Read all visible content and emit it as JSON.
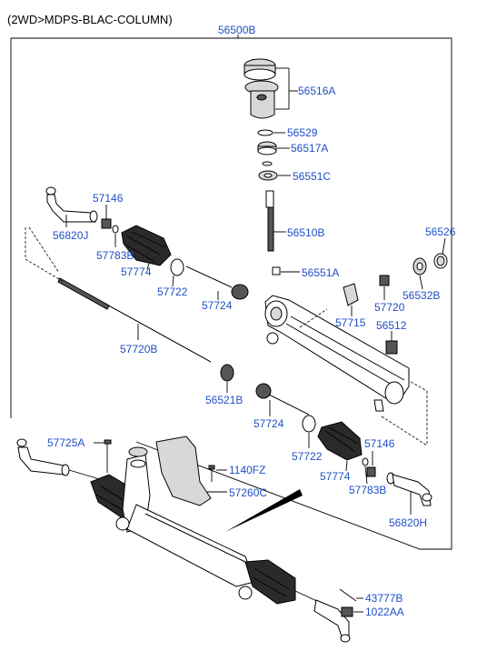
{
  "header": {
    "title": "(2WD>MDPS-BLAC-COLUMN)"
  },
  "labels": {
    "l_56500B": "56500B",
    "l_56516A": "56516A",
    "l_56529": "56529",
    "l_56517A": "56517A",
    "l_56551C": "56551C",
    "l_57146a": "57146",
    "l_56820J": "56820J",
    "l_57783Ba": "57783B",
    "l_57774a": "57774",
    "l_56510B": "56510B",
    "l_56526": "56526",
    "l_56551A": "56551A",
    "l_57722a": "57722",
    "l_57724a": "57724",
    "l_56532B": "56532B",
    "l_57720": "57720",
    "l_57715": "57715",
    "l_56512": "56512",
    "l_57720B": "57720B",
    "l_56521B": "56521B",
    "l_57724b": "57724",
    "l_57722b": "57722",
    "l_57146b": "57146",
    "l_57774b": "57774",
    "l_57783Bb": "57783B",
    "l_56820H": "56820H",
    "l_57725A": "57725A",
    "l_1140FZ": "1140FZ",
    "l_57260C": "57260C",
    "l_43777B": "43777B",
    "l_1022AA": "1022AA"
  }
}
